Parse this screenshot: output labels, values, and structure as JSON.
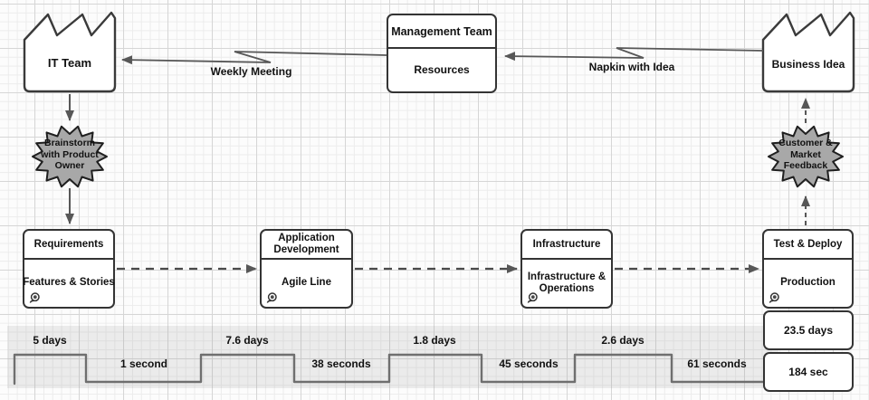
{
  "palette": {
    "shape_stroke": "#3a3a3a",
    "arrow": "#575757",
    "starburst_fill": "#a8a8a8",
    "timeline_band": "#8f8f8f",
    "box_fill": "#ffffff",
    "grid_minor": "#ececec",
    "grid_major": "#d6d6d6"
  },
  "nodes": {
    "it_team": {
      "label": "IT Team"
    },
    "management": {
      "title": "Management Team",
      "body": "Resources"
    },
    "business_idea": {
      "label": "Business Idea"
    },
    "brainstorm": {
      "lines": [
        "Brainstorm",
        "with Product",
        "Owner"
      ]
    },
    "feedback": {
      "lines": [
        "Customer &",
        "Market",
        "Feedback"
      ]
    }
  },
  "edges": {
    "weekly_meeting": {
      "label": "Weekly Meeting"
    },
    "napkin": {
      "label": "Napkin with Idea"
    }
  },
  "processes": [
    {
      "title_lines": [
        "Requirements",
        ""
      ],
      "body_lines": [
        "Features & Stories",
        ""
      ]
    },
    {
      "title_lines": [
        "Application",
        "Development"
      ],
      "body_lines": [
        "Agile Line",
        ""
      ]
    },
    {
      "title_lines": [
        "Infrastructure",
        ""
      ],
      "body_lines": [
        "Infrastructure &",
        "Operations"
      ]
    },
    {
      "title_lines": [
        "Test & Deploy",
        ""
      ],
      "body_lines": [
        "Production",
        ""
      ]
    }
  ],
  "totals": {
    "lead_time": "23.5 days",
    "process_time": "184 sec"
  },
  "timeline": [
    {
      "label": "5 days",
      "kind": "lead"
    },
    {
      "label": "1 second",
      "kind": "process"
    },
    {
      "label": "7.6 days",
      "kind": "lead"
    },
    {
      "label": "38 seconds",
      "kind": "process"
    },
    {
      "label": "1.8 days",
      "kind": "lead"
    },
    {
      "label": "45 seconds",
      "kind": "process"
    },
    {
      "label": "2.6 days",
      "kind": "lead"
    },
    {
      "label": "61 seconds",
      "kind": "process"
    }
  ]
}
